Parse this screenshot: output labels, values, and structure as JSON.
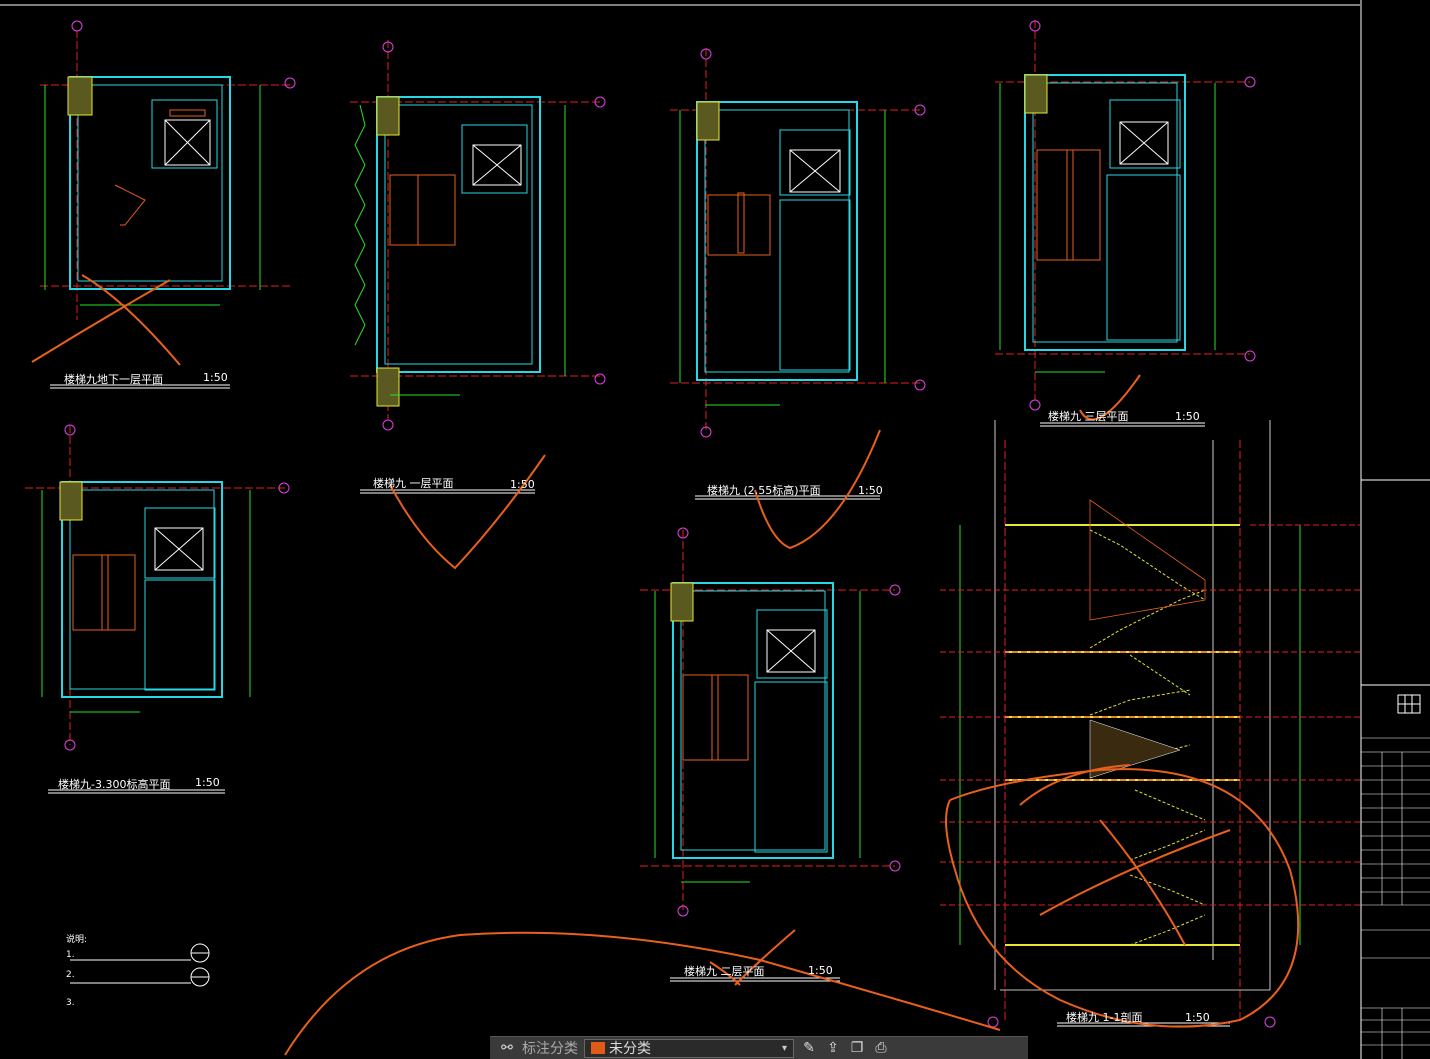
{
  "drawing": {
    "views": [
      {
        "id": "b1",
        "title": "楼梯九地下一层平面",
        "scale": "1:50"
      },
      {
        "id": "l1",
        "title": "楼梯九 一层平面",
        "scale": "1:50"
      },
      {
        "id": "l255",
        "title": "楼梯九 (2.55标高)平面",
        "scale": "1:50"
      },
      {
        "id": "l3",
        "title": "楼梯九 三层平面",
        "scale": "1:50"
      },
      {
        "id": "m3300",
        "title": "楼梯九-3.300标高平面",
        "scale": "1:50"
      },
      {
        "id": "l2",
        "title": "楼梯九 二层平面",
        "scale": "1:50"
      },
      {
        "id": "sec",
        "title": "楼梯九 1-1剖面",
        "scale": "1:50"
      }
    ],
    "notes": {
      "heading": "说明:",
      "lines": [
        "1. ",
        "2. ",
        "3. "
      ]
    }
  },
  "toolbar": {
    "annotation_category_label": "标注分类",
    "layer_label": "未分类"
  },
  "colors": {
    "cyan": "#27d7e6",
    "green": "#28e028",
    "yellow": "#e6e633",
    "red": "#e02020",
    "orange": "#e8601c",
    "magenta": "#e040e0",
    "white": "#ffffff"
  }
}
